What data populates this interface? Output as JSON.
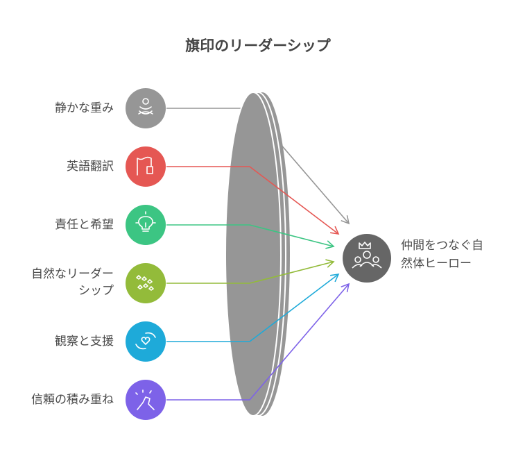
{
  "title": "旗印のリーダーシップ",
  "inputs": [
    {
      "label": "静かな重み",
      "color": "#969696",
      "icon": "meditation-icon"
    },
    {
      "label": "英語翻訳",
      "color": "#E55753",
      "icon": "flag-translation-icon"
    },
    {
      "label": "責任と希望",
      "color": "#3CC583",
      "icon": "lightbulb-icon"
    },
    {
      "label": "自然なリーダーシップ",
      "line1": "自然なリーダー",
      "line2": "シップ",
      "color": "#93BB3A",
      "icon": "birds-flock-icon"
    },
    {
      "label": "観察と支援",
      "color": "#1EAAD9",
      "icon": "caring-hands-heart-icon"
    },
    {
      "label": "信頼の積み重ね",
      "color": "#7D62E8",
      "icon": "handshake-icon"
    }
  ],
  "output": {
    "line1": "仲間をつなぐ自",
    "line2": "然体ヒーロー",
    "color": "#666666",
    "icon": "leader-crown-group-icon"
  },
  "lens_color": "#969696"
}
